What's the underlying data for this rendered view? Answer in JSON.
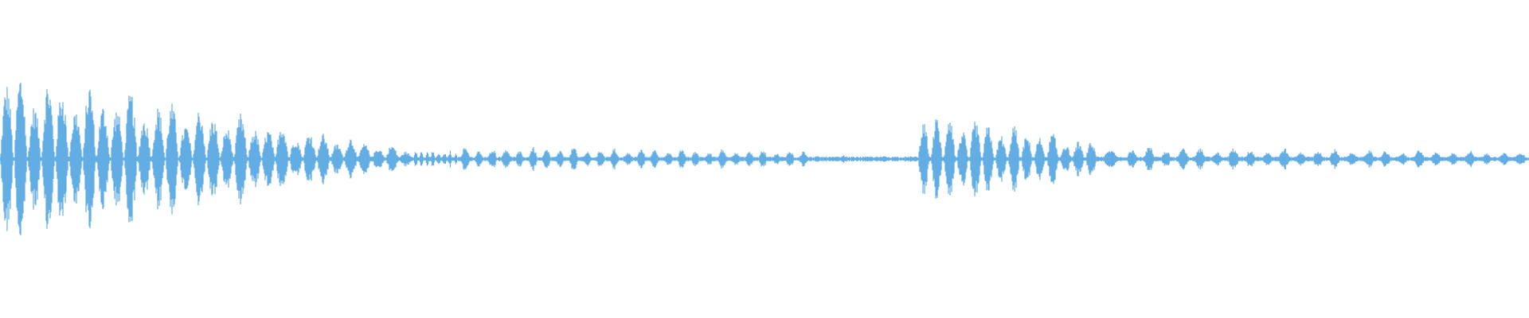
{
  "waveform": {
    "color": "#62AEE4",
    "background": "#FFFFFF",
    "segments": [
      {
        "start": 0.0,
        "end": 0.27,
        "peak": 0.72,
        "decay": 0.9,
        "pulses": 30,
        "gap": 0.08
      },
      {
        "start": 0.27,
        "end": 0.3,
        "peak": 0.08,
        "decay": 0.2,
        "pulses": 8,
        "gap": 0.3
      },
      {
        "start": 0.3,
        "end": 0.53,
        "peak": 0.1,
        "decay": 0.3,
        "pulses": 26,
        "gap": 0.35
      },
      {
        "start": 0.53,
        "end": 0.6,
        "peak": 0.03,
        "decay": 0.2,
        "pulses": 8,
        "gap": 0.5
      },
      {
        "start": 0.6,
        "end": 0.718,
        "peak": 0.42,
        "decay": 0.7,
        "pulses": 14,
        "gap": 0.15
      },
      {
        "start": 0.718,
        "end": 0.735,
        "peak": 0.12,
        "decay": 0.1,
        "pulses": 1,
        "gap": 0.4
      },
      {
        "start": 0.735,
        "end": 1.0,
        "peak": 0.1,
        "decay": 0.4,
        "pulses": 24,
        "gap": 0.35
      }
    ]
  }
}
